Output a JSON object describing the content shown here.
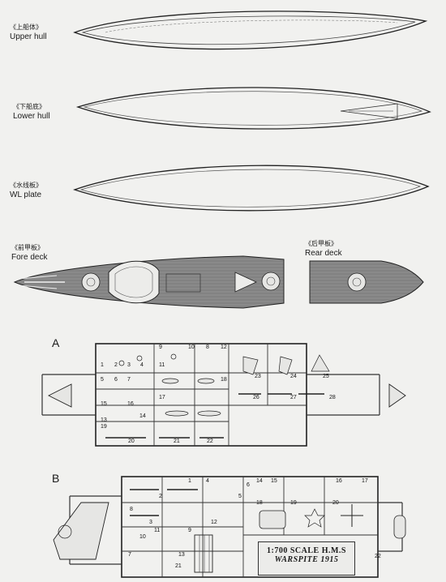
{
  "parts": {
    "upper_hull": {
      "zh": "《上船体》",
      "en": "Upper hull"
    },
    "lower_hull": {
      "zh": "《下船底》",
      "en": "Lower hull"
    },
    "wl_plate": {
      "zh": "《水线板》",
      "en": "WL plate"
    },
    "fore_deck": {
      "zh": "《前甲板》",
      "en": "Fore deck"
    },
    "rear_deck": {
      "zh": "《后甲板》",
      "en": "Rear deck"
    }
  },
  "sprues": {
    "a": {
      "letter": "A",
      "numbers": [
        "1",
        "2",
        "3",
        "4",
        "5",
        "6",
        "7",
        "8",
        "9",
        "10",
        "11",
        "12",
        "13",
        "14",
        "15",
        "16",
        "17",
        "18",
        "19",
        "20",
        "21",
        "22",
        "23",
        "24",
        "25",
        "26",
        "27",
        "28"
      ]
    },
    "b": {
      "letter": "B",
      "numbers": [
        "1",
        "2",
        "3",
        "4",
        "5",
        "6",
        "7",
        "8",
        "9",
        "10",
        "11",
        "12",
        "13",
        "14",
        "15",
        "16",
        "17",
        "18",
        "19",
        "20",
        "21",
        "22"
      ]
    }
  },
  "title_plate": {
    "line1": "1:700  SCALE  H.M.S",
    "line2": "WARSPITE  1915"
  },
  "colors": {
    "ink": "#1a1a1a",
    "deck": "#8a8a8a",
    "paper": "#f1f1ef"
  }
}
